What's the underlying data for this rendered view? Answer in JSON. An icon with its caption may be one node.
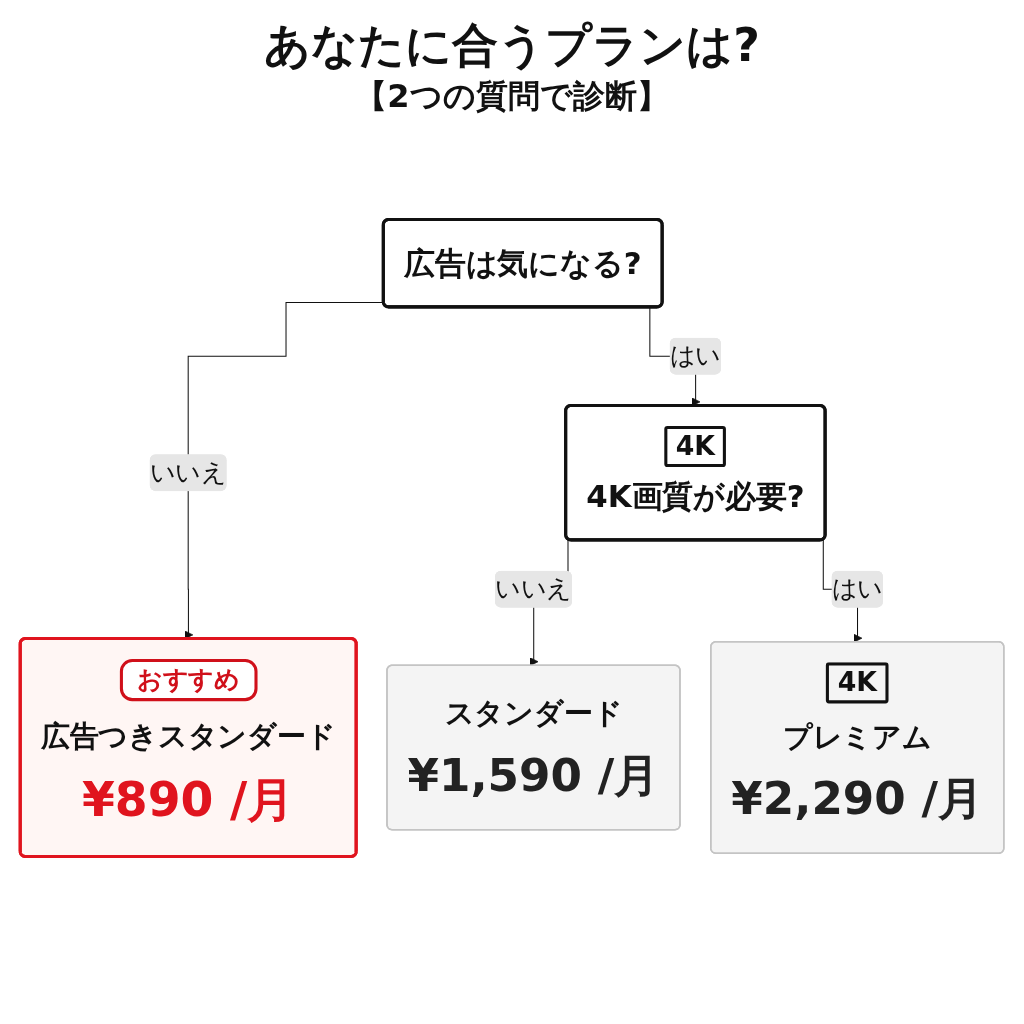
{
  "diagram": {
    "title": "あなたに合うプランは?",
    "nodes": [
      {
        "text": [
          "広告は気になる?"
        ]
      },
      {
        "text": [
          "4K",
          "4K画質が必要?"
        ]
      },
      {
        "text": [
          "おすすめ",
          "広告つきスタンダード",
          "¥890 /月"
        ]
      },
      {
        "text": [
          "スタンダード",
          "¥1,590 /月"
        ]
      },
      {
        "text": [
          "4K",
          "プレミアム",
          "¥2,290 /月"
        ]
      }
    ],
    "edges": [
      {
        "from": 0,
        "to": 2,
        "arrow": "to",
        "label": "いいえ"
      },
      {
        "from": 0,
        "to": 1,
        "arrow": "to",
        "label": "はい"
      },
      {
        "from": 1,
        "to": 3,
        "arrow": "to",
        "label": "いいえ"
      },
      {
        "from": 1,
        "to": 4,
        "arrow": "to",
        "label": "はい"
      }
    ],
    "labels": [
      "【2つの質問で診断】"
    ]
  }
}
